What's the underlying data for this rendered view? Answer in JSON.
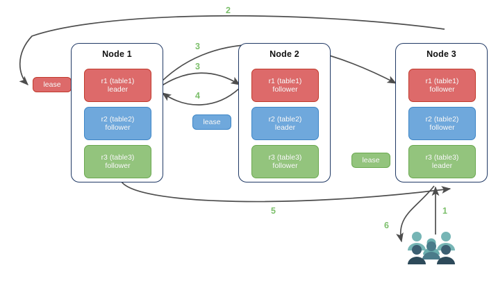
{
  "diagram": {
    "title": "Distributed database leaseholder / raft replication flow",
    "colors": {
      "range1_red": "#dd6a6a",
      "range1_red_border": "#c0392b",
      "range2_blue": "#6fa8dc",
      "range2_blue_border": "#3d85c6",
      "range3_green": "#93c47d",
      "range3_green_border": "#6aa84f",
      "node_border": "#1f3864",
      "arrow": "#4d4d4d",
      "step_label": "#7cbf6b",
      "users_light": "#76b5b5",
      "users_mid": "#4e8a8a",
      "users_dark": "#3c5f72",
      "users_darkest": "#2d4a5a"
    },
    "nodes": [
      {
        "title": "Node 1",
        "replicas": [
          {
            "name": "r1 (table1)",
            "role": "leader",
            "color": "red"
          },
          {
            "name": "r2 (table2)",
            "role": "follower",
            "color": "blue"
          },
          {
            "name": "r3 (table3)",
            "role": "follower",
            "color": "green"
          }
        ]
      },
      {
        "title": "Node 2",
        "replicas": [
          {
            "name": "r1 (table1)",
            "role": "follower",
            "color": "red"
          },
          {
            "name": "r2 (table2)",
            "role": "leader",
            "color": "blue"
          },
          {
            "name": "r3 (table3)",
            "role": "follower",
            "color": "green"
          }
        ]
      },
      {
        "title": "Node 3",
        "replicas": [
          {
            "name": "r1 (table1)",
            "role": "follower",
            "color": "red"
          },
          {
            "name": "r2 (table2)",
            "role": "follower",
            "color": "blue"
          },
          {
            "name": "r3 (table3)",
            "role": "leader",
            "color": "green"
          }
        ]
      }
    ],
    "leases": [
      {
        "label": "lease",
        "color": "red",
        "for": "r1-table1"
      },
      {
        "label": "lease",
        "color": "blue",
        "for": "r2-table2"
      },
      {
        "label": "lease",
        "color": "green",
        "for": "r3-table3"
      }
    ],
    "steps": [
      {
        "label": "1"
      },
      {
        "label": "2"
      },
      {
        "label": "3"
      },
      {
        "label": "3"
      },
      {
        "label": "4"
      },
      {
        "label": "5"
      },
      {
        "label": "6"
      }
    ],
    "actors": {
      "name": "users",
      "icon": "users-group-icon"
    }
  }
}
